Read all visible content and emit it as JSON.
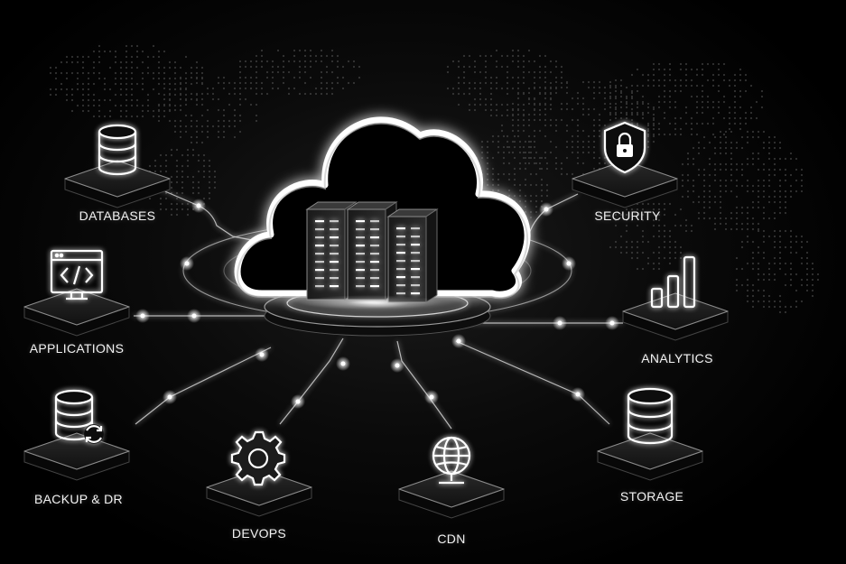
{
  "nodes": [
    {
      "id": "databases",
      "label": "DATABASES",
      "icon": "database-icon"
    },
    {
      "id": "applications",
      "label": "APPLICATIONS",
      "icon": "code-window-icon"
    },
    {
      "id": "backup",
      "label": "BACKUP & DR",
      "icon": "database-sync-icon"
    },
    {
      "id": "devops",
      "label": "DEVOPS",
      "icon": "gear-icon"
    },
    {
      "id": "cdn",
      "label": "CDN",
      "icon": "globe-icon"
    },
    {
      "id": "storage",
      "label": "STORAGE",
      "icon": "database-icon"
    },
    {
      "id": "analytics",
      "label": "ANALYTICS",
      "icon": "bar-chart-icon"
    },
    {
      "id": "security",
      "label": "SECURITY",
      "icon": "shield-lock-icon"
    }
  ],
  "center": {
    "icon": "cloud-servers-icon"
  },
  "colors": {
    "background": "#000000",
    "glow": "#ffffff",
    "platform": "#1a1a1a"
  }
}
